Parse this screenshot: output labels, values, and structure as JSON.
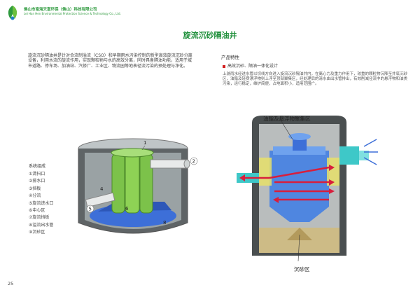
{
  "header": {
    "company_cn": "佛山市南海天富环保（佛山）科技有限公司",
    "company_en": "Lei Han Hen Environmental Protection Science & Technology Co., Ltd."
  },
  "title": "旋流沉砂隔油井",
  "intro": "旋流沉砂隔油井是针对合流制溢流（CSO）和早期雨水污染控制的新型高效旋流沉砂分离设备，利用水流的旋流作用，实现颗粒物与水的高效分离，同时具备隔油功能，适用于城市道路、停车场、加油站、汽修厂、工业区、物流园等地表径流污染的预处理与净化。",
  "features": {
    "heading": "产品特性",
    "item": "高效沉砂、隔油一体化设计",
    "description": "上游雨水经进水管以切线方向进入旋流沉砂隔油井内，在离心力及重力作用下，较重的颗粒物沉降至井底沉砂区，油脂及轻质漂浮物则上浮至顶部聚集区，经处理后的清水由出水管排出，有效削减径流中的悬浮物和油类污染，运行稳定，维护简便，占地面积小，适用范围广。"
  },
  "components": {
    "heading": "系统组成",
    "items": [
      "①清扫口",
      "②排水口",
      "③挡板",
      "④分流",
      "⑤旋流进水口",
      "⑥中心区",
      "⑦旋流挡板",
      "⑧溢流出水管",
      "⑨沉砂区"
    ]
  },
  "diagram_left": {
    "callouts": [
      "1",
      "2",
      "4",
      "5",
      "6",
      "8"
    ]
  },
  "diagram_right": {
    "oil_label": "油脂及悬浮物聚集区",
    "sand_label": "沉砂区"
  },
  "page_number": "25",
  "colors": {
    "brand_green": "#1e8f3a",
    "chamber_green": "#7cc24a",
    "water_blue": "#3d6fd8",
    "flow_red": "#d81e3c",
    "inlet_cyan": "#3ec8c8"
  }
}
